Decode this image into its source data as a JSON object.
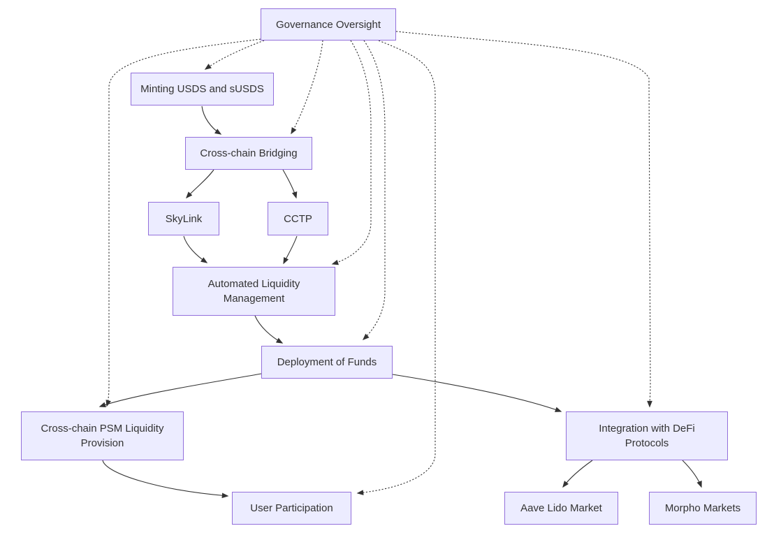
{
  "diagram": {
    "type": "flowchart",
    "direction": "top-down",
    "colors": {
      "node_fill": "#ECECFF",
      "node_border": "#9370DB",
      "node_text": "#333333",
      "edge": "#333333",
      "background": "#FFFFFF"
    },
    "nodes": {
      "governance": {
        "label": "Governance Oversight"
      },
      "minting": {
        "label": "Minting USDS and sUSDS"
      },
      "bridging": {
        "label": "Cross-chain Bridging"
      },
      "skylink": {
        "label": "SkyLink"
      },
      "cctp": {
        "label": "CCTP"
      },
      "alm": {
        "label": "Automated Liquidity Management"
      },
      "deployment": {
        "label": "Deployment of Funds"
      },
      "psm": {
        "label": "Cross-chain PSM Liquidity Provision"
      },
      "integration": {
        "label": "Integration with DeFi Protocols"
      },
      "user": {
        "label": "User Participation"
      },
      "aave": {
        "label": "Aave Lido Market"
      },
      "morpho": {
        "label": "Morpho Markets"
      }
    },
    "edges": [
      {
        "from": "minting",
        "to": "bridging",
        "style": "solid"
      },
      {
        "from": "bridging",
        "to": "skylink",
        "style": "solid"
      },
      {
        "from": "bridging",
        "to": "cctp",
        "style": "solid"
      },
      {
        "from": "skylink",
        "to": "alm",
        "style": "solid"
      },
      {
        "from": "cctp",
        "to": "alm",
        "style": "solid"
      },
      {
        "from": "alm",
        "to": "deployment",
        "style": "solid"
      },
      {
        "from": "deployment",
        "to": "psm",
        "style": "solid"
      },
      {
        "from": "deployment",
        "to": "integration",
        "style": "solid"
      },
      {
        "from": "psm",
        "to": "user",
        "style": "solid"
      },
      {
        "from": "integration",
        "to": "aave",
        "style": "solid"
      },
      {
        "from": "integration",
        "to": "morpho",
        "style": "solid"
      },
      {
        "from": "governance",
        "to": "minting",
        "style": "dotted"
      },
      {
        "from": "governance",
        "to": "bridging",
        "style": "dotted"
      },
      {
        "from": "governance",
        "to": "alm",
        "style": "dotted"
      },
      {
        "from": "governance",
        "to": "deployment",
        "style": "dotted"
      },
      {
        "from": "governance",
        "to": "psm",
        "style": "dotted"
      },
      {
        "from": "governance",
        "to": "integration",
        "style": "dotted"
      },
      {
        "from": "governance",
        "to": "user",
        "style": "dotted"
      }
    ]
  }
}
